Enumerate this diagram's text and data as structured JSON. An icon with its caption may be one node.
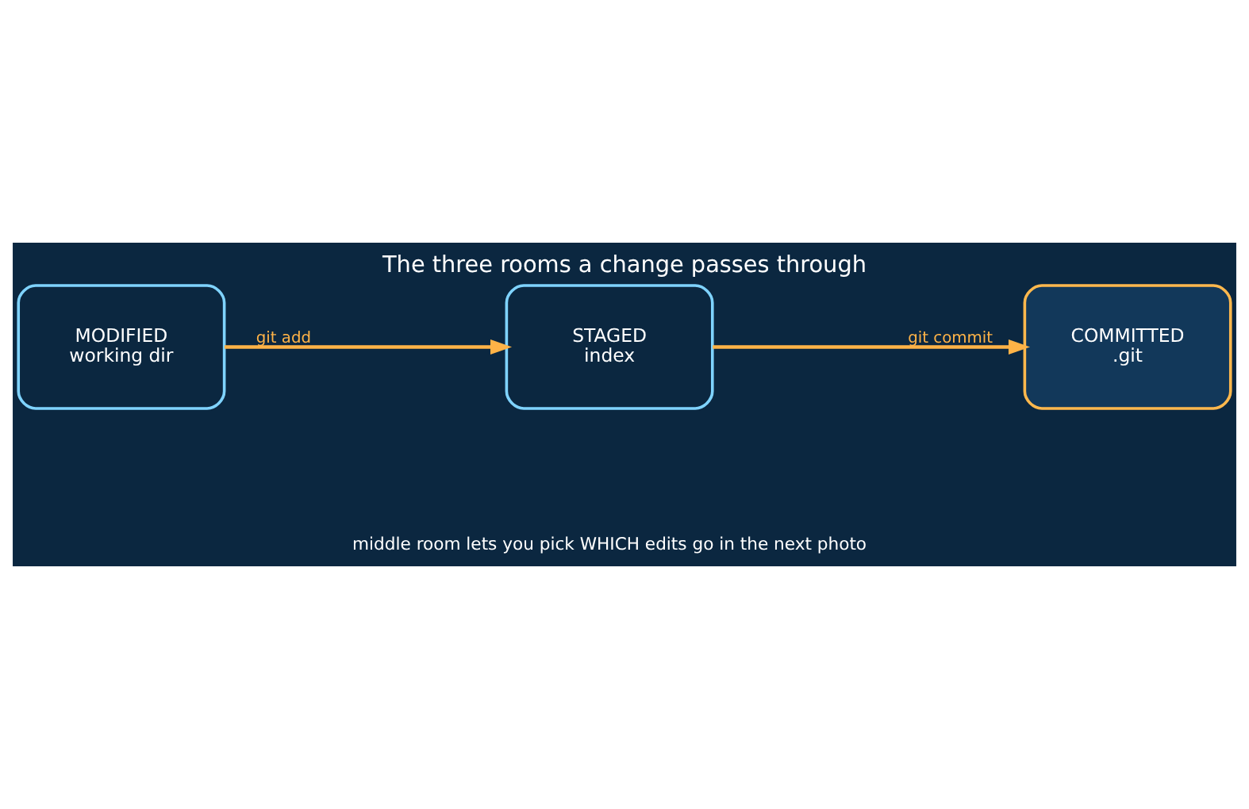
{
  "diagram": {
    "title": "The three rooms a change passes through",
    "nodes": [
      {
        "text": [
          "MODIFIED",
          "working dir"
        ]
      },
      {
        "text": [
          "STAGED",
          "index"
        ]
      },
      {
        "text": [
          "COMMITTED",
          ".git"
        ]
      }
    ],
    "edges": [
      {
        "from": 0,
        "to": 1,
        "arrow": "to",
        "label": "git add"
      },
      {
        "from": 1,
        "to": 2,
        "arrow": "to",
        "label": "git commit"
      }
    ],
    "labels": [
      "middle room lets you pick WHICH edits go in the next photo"
    ]
  }
}
